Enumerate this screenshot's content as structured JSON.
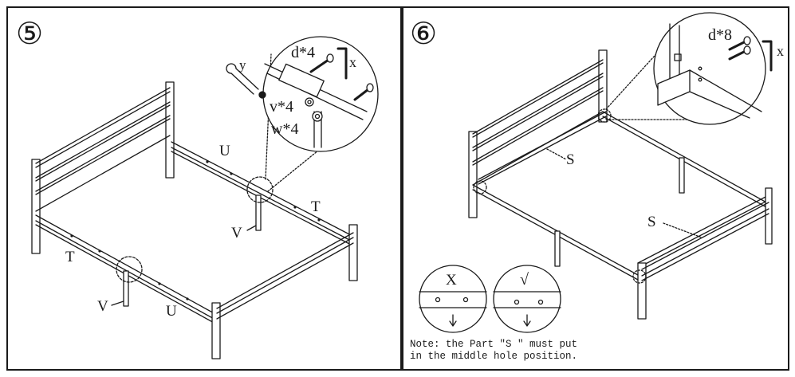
{
  "panel5": {
    "step": "⑤",
    "labels": {
      "U_top": "U",
      "U_bottom": "U",
      "T_right": "T",
      "T_left": "T",
      "V_right": "V",
      "V_left": "V"
    },
    "callout": {
      "bolt": "d*4",
      "key": "x",
      "wrench": "y",
      "nut": "v*4",
      "washer": "w*4"
    }
  },
  "panel6": {
    "step": "⑥",
    "labels": {
      "S_back": "S",
      "S_front": "S"
    },
    "callout": {
      "bolt": "d*8",
      "key": "x"
    },
    "wrong": "X",
    "right": "√",
    "note": [
      "Note: the Part \"S \" must put",
      "in the middle hole position."
    ]
  },
  "colors": {
    "line": "#1a1a1a",
    "background": "#ffffff"
  }
}
